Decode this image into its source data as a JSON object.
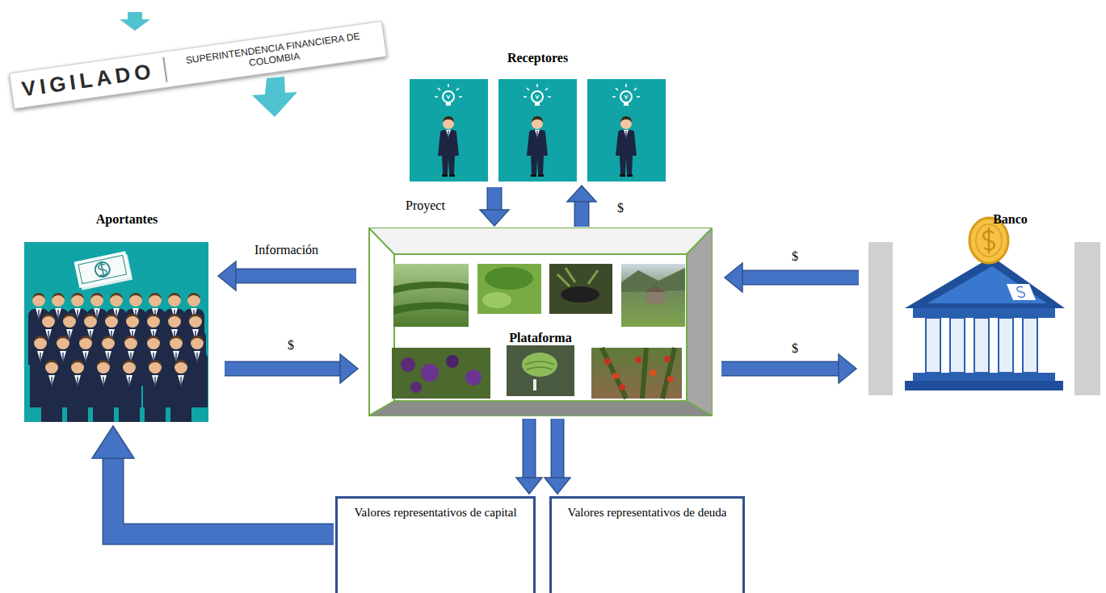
{
  "diagram": {
    "nodes": [
      {
        "text": [
          "VIGILADO",
          "SUPERINTENDENCIA FINANCIERA DE COLOMBIA"
        ]
      },
      {
        "text": [
          "Receptores"
        ]
      },
      {
        "text": [
          "Aportantes"
        ]
      },
      {
        "text": [
          "Plataforma"
        ]
      },
      {
        "text": [
          "Banco"
        ]
      },
      {
        "text": [
          "Valores representativos de capital"
        ]
      },
      {
        "text": [
          "Valores representativos de deuda"
        ]
      }
    ],
    "edges": [
      {
        "from": 3,
        "to": 1,
        "label": "$",
        "arrow": "to"
      },
      {
        "from": 1,
        "to": 3,
        "label": "Proyect",
        "arrow": "to"
      },
      {
        "from": 3,
        "to": 2,
        "label": "Información",
        "arrow": "to"
      },
      {
        "from": 2,
        "to": 3,
        "label": "$",
        "arrow": "to"
      },
      {
        "from": 4,
        "to": 3,
        "label": "$",
        "arrow": "to"
      },
      {
        "from": 3,
        "to": 4,
        "label": "$",
        "arrow": "to"
      },
      {
        "from": 3,
        "to": 5,
        "arrow": "to"
      },
      {
        "from": 3,
        "to": 6,
        "arrow": "to"
      },
      {
        "from": 5,
        "to": 2,
        "arrow": "to"
      }
    ]
  }
}
